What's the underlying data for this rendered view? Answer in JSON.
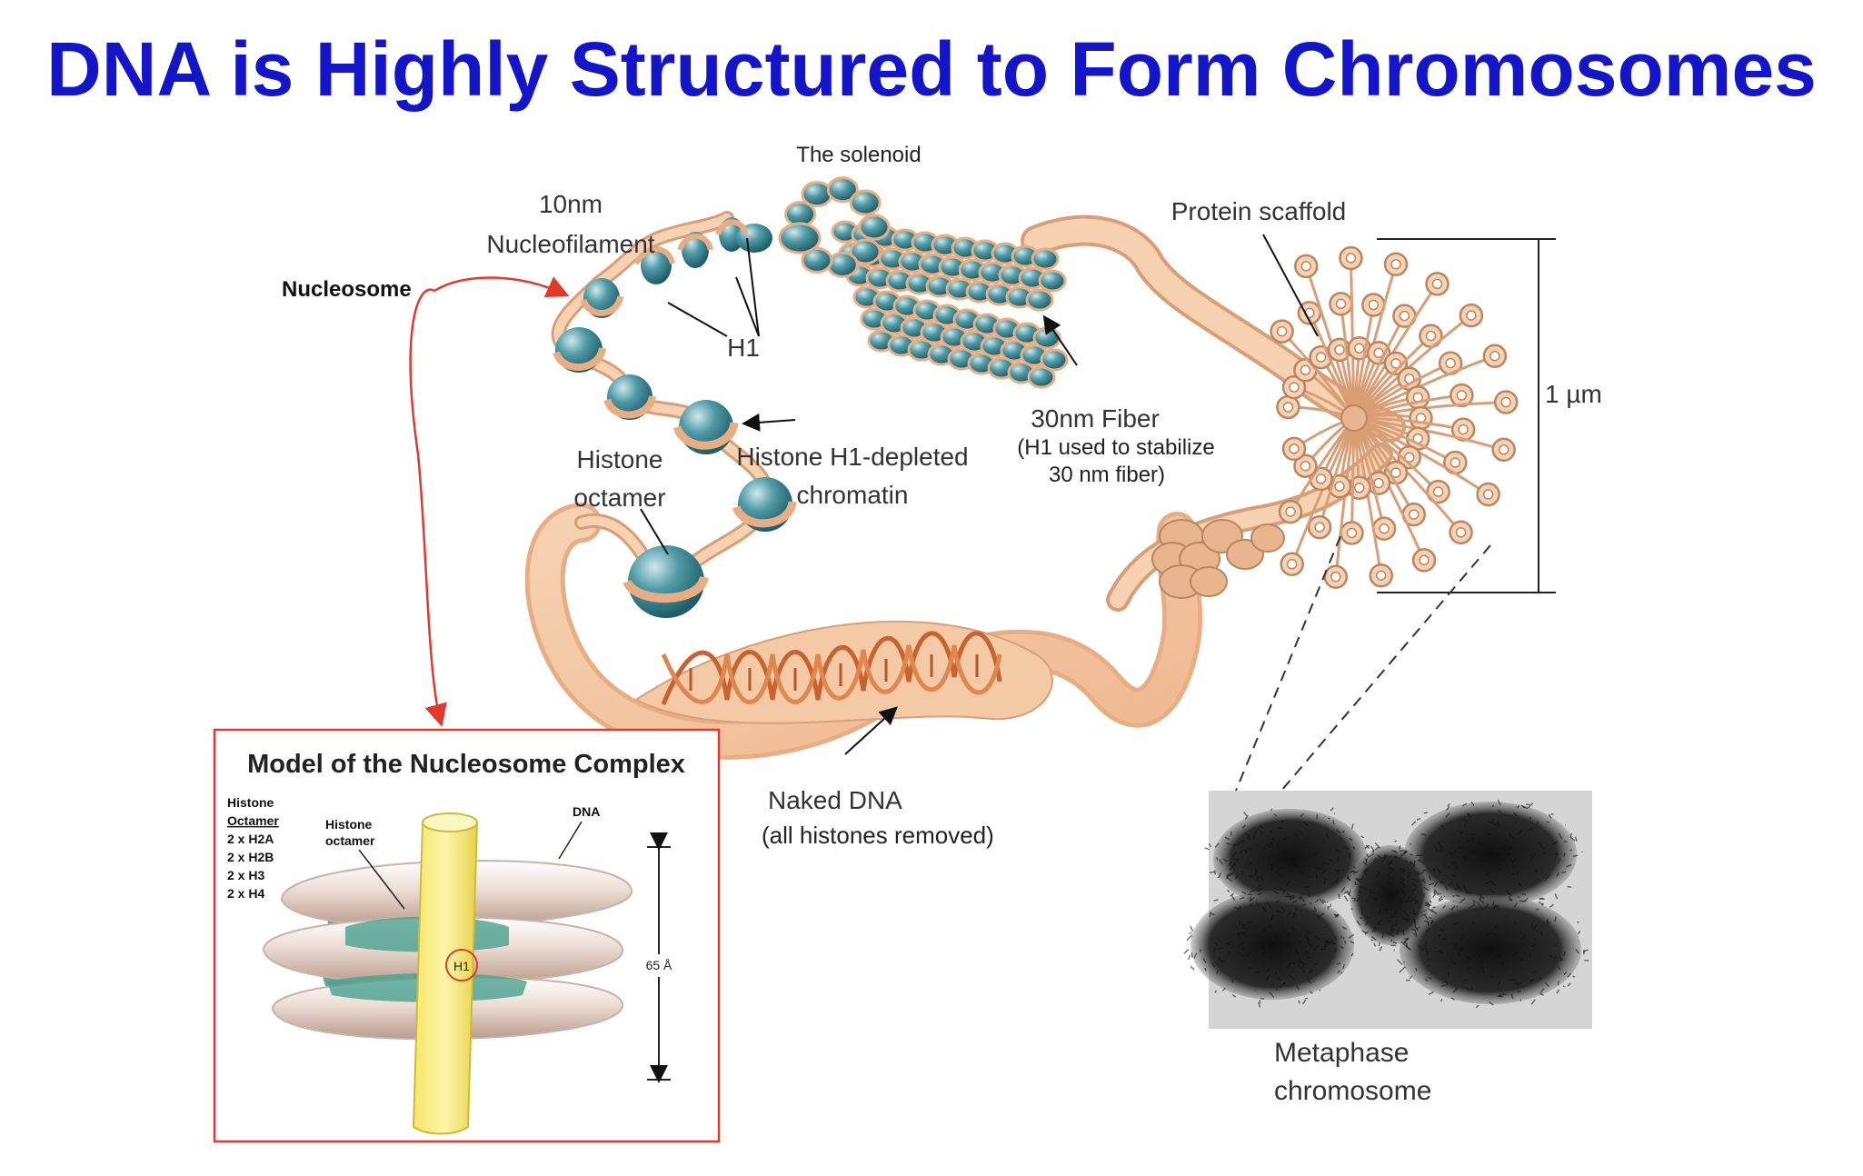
{
  "title": "DNA is Highly Structured to Form Chromosomes",
  "labels": {
    "solenoid": "The solenoid",
    "nucleofilament_1": "10nm",
    "nucleofilament_2": "Nucleofilament",
    "nucleosome": "Nucleosome",
    "h1": "H1",
    "histone_octamer_1": "Histone",
    "histone_octamer_2": "octamer",
    "h1_depleted_1": "Histone H1-depleted",
    "h1_depleted_2": "chromatin",
    "fiber_1": "30nm Fiber",
    "fiber_2": "(H1 used to stabilize",
    "fiber_3": "30 nm fiber)",
    "protein_scaffold": "Protein scaffold",
    "scale": "1 µm",
    "naked_dna_1": "Naked DNA",
    "naked_dna_2": "(all histones removed)",
    "metaphase_1": "Metaphase",
    "metaphase_2": "chromosome"
  },
  "inset": {
    "title": "Model of the Nucleosome Complex",
    "histone_header_1": "Histone",
    "histone_header_2": "Octamer",
    "components": [
      "2 x H2A",
      "2 x H2B",
      "2 x H3",
      "2 x H4"
    ],
    "octamer_label_1": "Histone",
    "octamer_label_2": "octamer",
    "dna_label": "DNA",
    "h1_label": "H1",
    "dimension": "65 Å"
  },
  "colors": {
    "title": "#1414c8",
    "dna_tan": "#f2c4a0",
    "histone_teal": "#3f8d99",
    "helix_orange": "#d8743a",
    "inset_border": "#e03a2c",
    "arrow_red": "#e03a2c"
  }
}
